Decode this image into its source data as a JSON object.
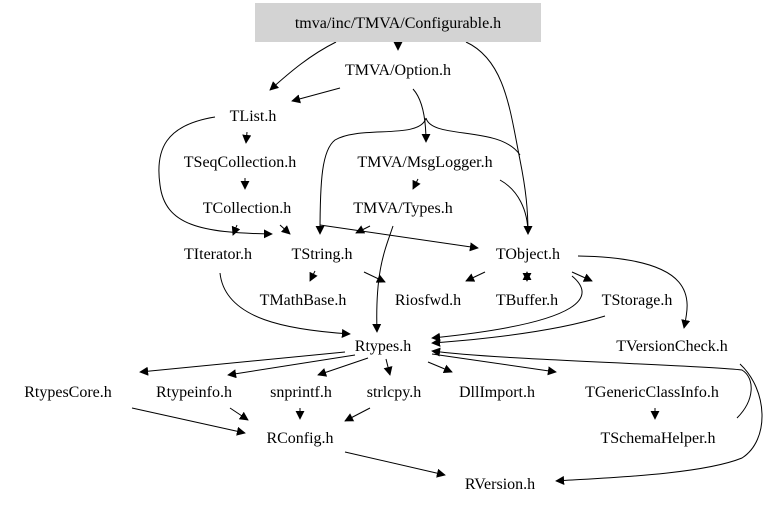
{
  "graph": {
    "root": "tmva/inc/TMVA/Configurable.h",
    "root_fill": "#d3d3d3",
    "nodes": {
      "option": "TMVA/Option.h",
      "tlist": "TList.h",
      "tseqcollection": "TSeqCollection.h",
      "msglogger": "TMVA/MsgLogger.h",
      "tcollection": "TCollection.h",
      "types": "TMVA/Types.h",
      "titerator": "TIterator.h",
      "tstring": "TString.h",
      "tobject": "TObject.h",
      "tmathbase": "TMathBase.h",
      "riosfwd": "Riosfwd.h",
      "tbuffer": "TBuffer.h",
      "tstorage": "TStorage.h",
      "tversioncheck": "TVersionCheck.h",
      "rtypes": "Rtypes.h",
      "rtypescore": "RtypesCore.h",
      "rtypeinfo": "Rtypeinfo.h",
      "snprintf": "snprintf.h",
      "strlcpy": "strlcpy.h",
      "dllimport": "DllImport.h",
      "tgenericclassinfo": "TGenericClassInfo.h",
      "tschemahelper": "TSchemaHelper.h",
      "rconfig": "RConfig.h",
      "rversion": "RVersion.h"
    }
  }
}
